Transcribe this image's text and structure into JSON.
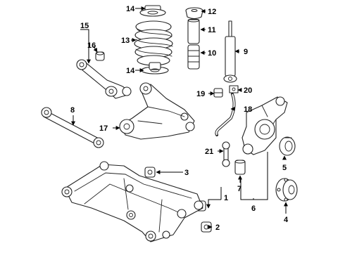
{
  "callouts": {
    "c1": "1",
    "c2": "2",
    "c3": "3",
    "c4": "4",
    "c5": "5",
    "c6": "6",
    "c7": "7",
    "c8": "8",
    "c9": "9",
    "c10": "10",
    "c11": "11",
    "c12": "12",
    "c13": "13",
    "c14a": "14",
    "c14b": "14",
    "c15": "15",
    "c16": "16",
    "c17": "17",
    "c18": "18",
    "c19": "19",
    "c20": "20",
    "c21": "21"
  }
}
